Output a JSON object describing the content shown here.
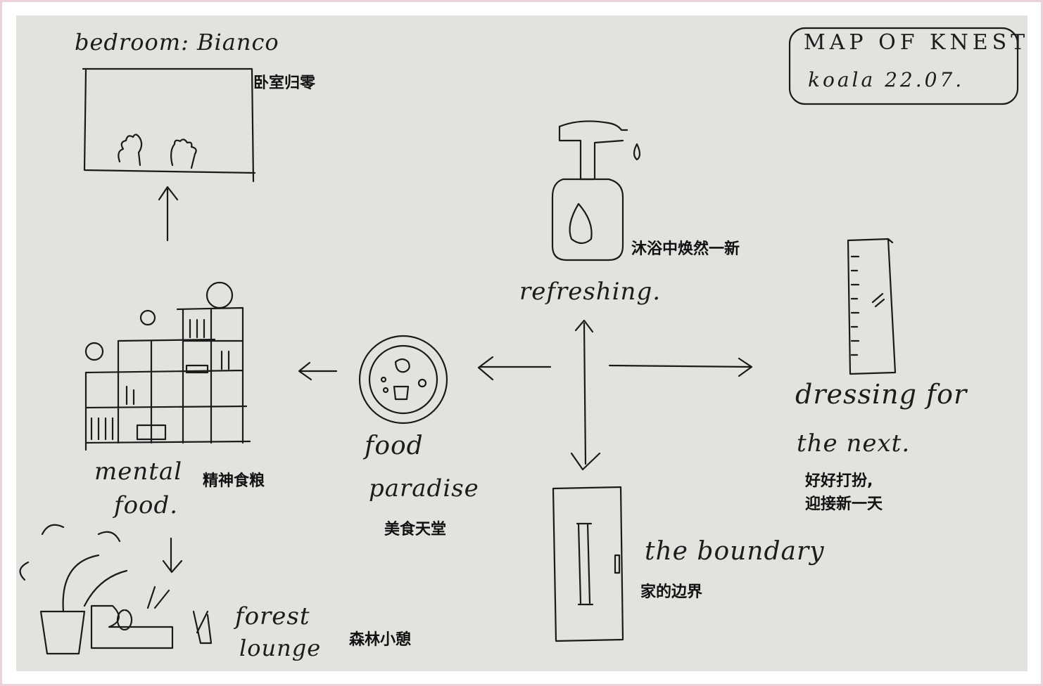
{
  "title_box": {
    "line1": "MAP OF KNEST",
    "line2": "koala 22.07."
  },
  "rooms": [
    {
      "id": "bedroom",
      "handwritten": "bedroom: Bianco",
      "chinese": "卧室归零"
    },
    {
      "id": "bath",
      "handwritten": "refreshing.",
      "chinese": "沐浴中焕然一新"
    },
    {
      "id": "dressing",
      "handwritten_1": "dressing for",
      "handwritten_2": "the next.",
      "chinese_1": "好好打扮,",
      "chinese_2": "迎接新一天"
    },
    {
      "id": "food",
      "handwritten_1": "food",
      "handwritten_2": "paradise",
      "chinese": "美食天堂"
    },
    {
      "id": "books",
      "handwritten_1": "mental",
      "handwritten_2": "food.",
      "chinese": "精神食粮"
    },
    {
      "id": "forest",
      "handwritten_1": "forest",
      "handwritten_2": "lounge",
      "chinese": "森林小憩"
    },
    {
      "id": "door",
      "handwritten": "the boundary",
      "chinese": "家的边界"
    }
  ]
}
